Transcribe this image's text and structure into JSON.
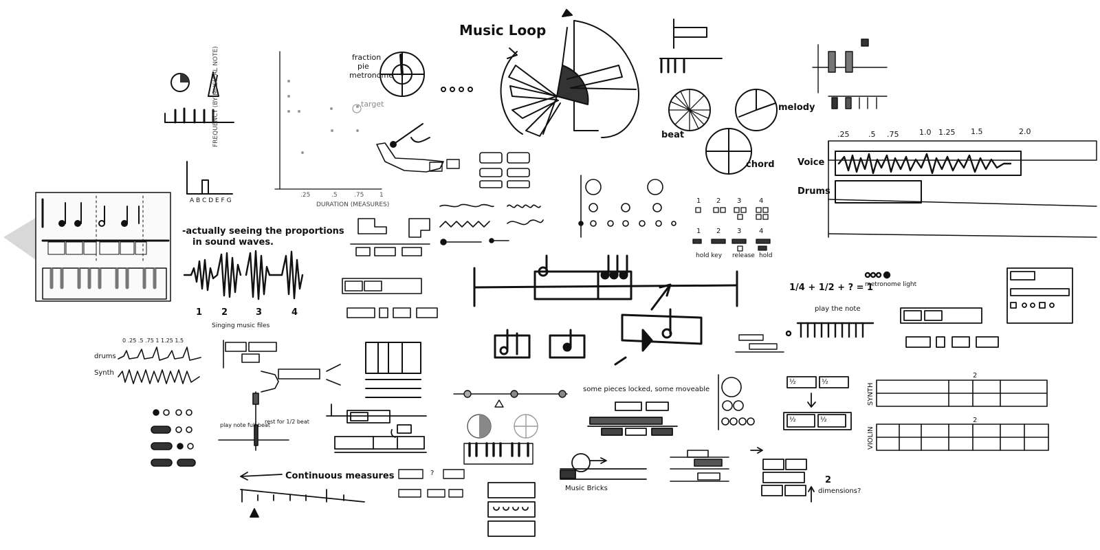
{
  "sketches": {
    "music_loop": "Music Loop",
    "fraction_pie": [
      "fraction",
      "pie",
      "metronome"
    ],
    "target": "target",
    "beat": "beat",
    "melody": "melody",
    "chord": "chord",
    "voice": "Voice",
    "drums": "Drums",
    "timeline_ticks": [
      ".25",
      ".5",
      ".75",
      "1.0",
      "1.25",
      "1.5",
      "2.0"
    ],
    "freq_axis": "FREQUENCY (BY MUSICAL NOTE)",
    "duration_axis": "DURATION (MEASURES)",
    "duration_ticks": [
      ".25",
      ".5",
      ".75",
      "1"
    ],
    "letter_axis": "A B C D E F G",
    "proportions_note_1": "-actually seeing the proportions",
    "proportions_note_2": "in sound waves.",
    "wave_numbers": [
      "1",
      "2",
      "3",
      "4"
    ],
    "singing_files": "Singing music files",
    "drums_small": "drums",
    "synth_small": "Synth",
    "small_ticks": "0  .25  .5  .75  1  1.25  1.5",
    "hold_numbers_top": [
      "1",
      "2",
      "3",
      "4"
    ],
    "hold_numbers_bottom": [
      "1",
      "2",
      "3",
      "4"
    ],
    "hold_key": "hold key",
    "release": "release",
    "hold": "hold",
    "fraction_eq": "1/4 + 1/2 + ? = 1",
    "metronome_light": "metronome light",
    "play_the_note": "play the note",
    "continuous_measures": "Continuous measures",
    "music_bricks": "Music Bricks",
    "some_pieces": "some pieces locked, some moveable",
    "synth_label": "SYNTH",
    "violin_label": "VIOLIN",
    "two_dimensions_1": "2",
    "two_dimensions_2": "dimensions?",
    "playnote": "play note full beat",
    "rest": "rest for 1/2 beat",
    "measure_2a": "2",
    "measure_2b": "2",
    "half_a": "½",
    "half_b": "½",
    "half_c": "½",
    "half_d": "½",
    "q": "?"
  },
  "colors": {
    "ink": "#111111",
    "paper": "#ffffff",
    "shade": "#cfcfcf"
  }
}
